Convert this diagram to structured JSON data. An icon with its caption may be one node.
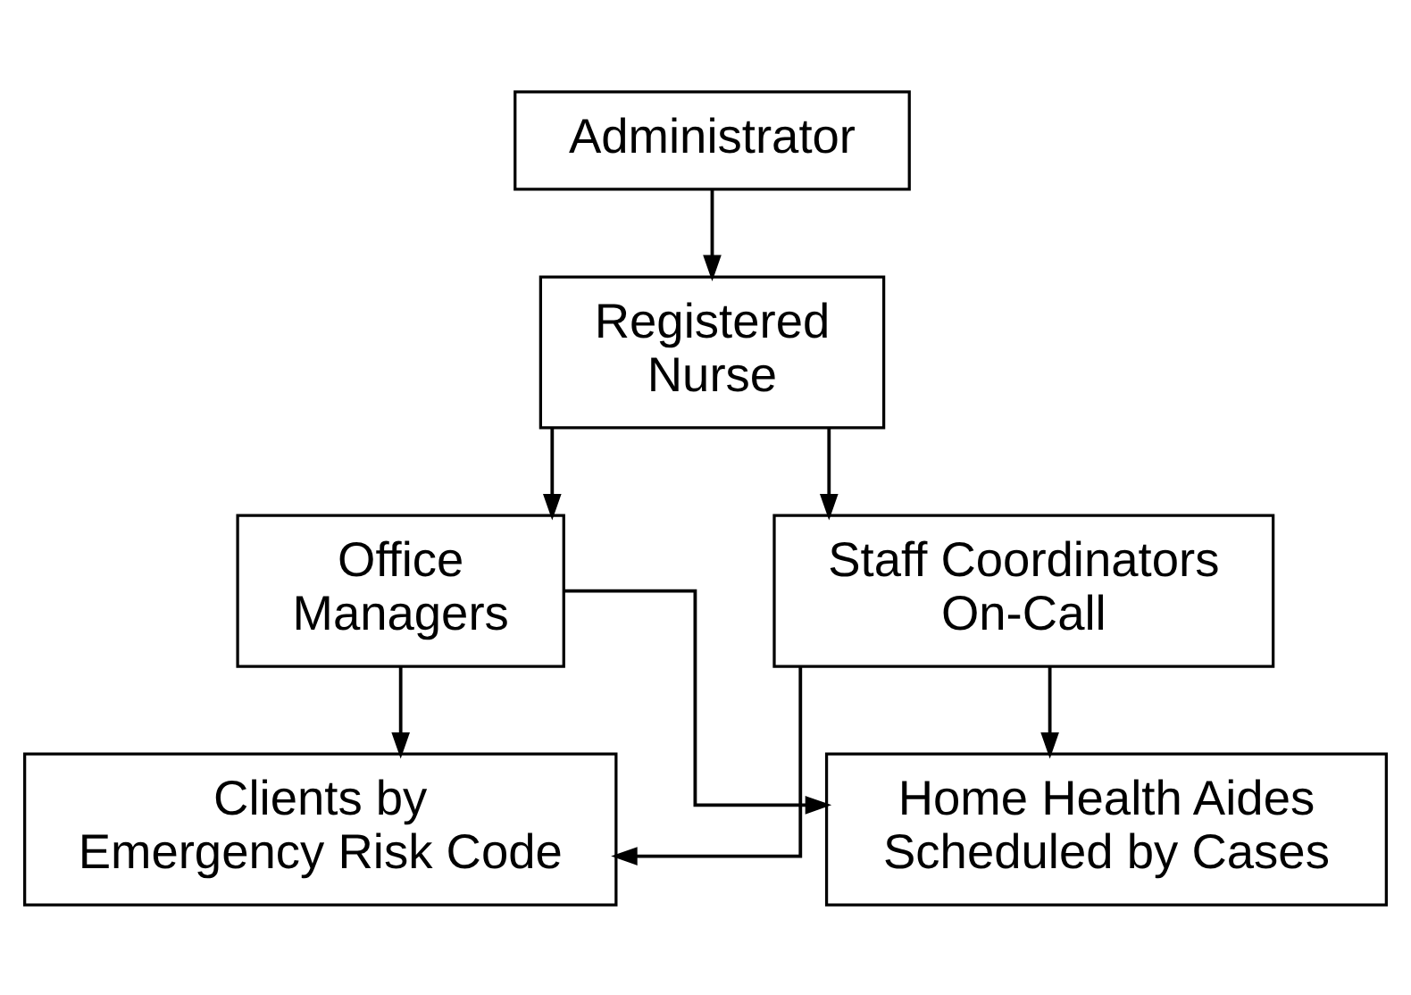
{
  "diagram": {
    "nodes": [
      {
        "text": [
          "Administrator"
        ]
      },
      {
        "text": [
          "Registered Nurse"
        ]
      },
      {
        "text": [
          "Office Managers"
        ]
      },
      {
        "text": [
          "Staff Coordinators On-Call"
        ]
      },
      {
        "text": [
          "Clients by Emergency Risk Code"
        ]
      },
      {
        "text": [
          "Home Health Aides Scheduled by Cases"
        ]
      }
    ],
    "edges": [
      {
        "from": 0,
        "to": 1,
        "arrow": "to"
      },
      {
        "from": 1,
        "to": 2,
        "arrow": "to"
      },
      {
        "from": 1,
        "to": 3,
        "arrow": "to"
      },
      {
        "from": 2,
        "to": 4,
        "arrow": "to"
      },
      {
        "from": 2,
        "to": 5,
        "arrow": "to"
      },
      {
        "from": 3,
        "to": 4,
        "arrow": "to"
      },
      {
        "from": 3,
        "to": 5,
        "arrow": "to"
      }
    ]
  }
}
